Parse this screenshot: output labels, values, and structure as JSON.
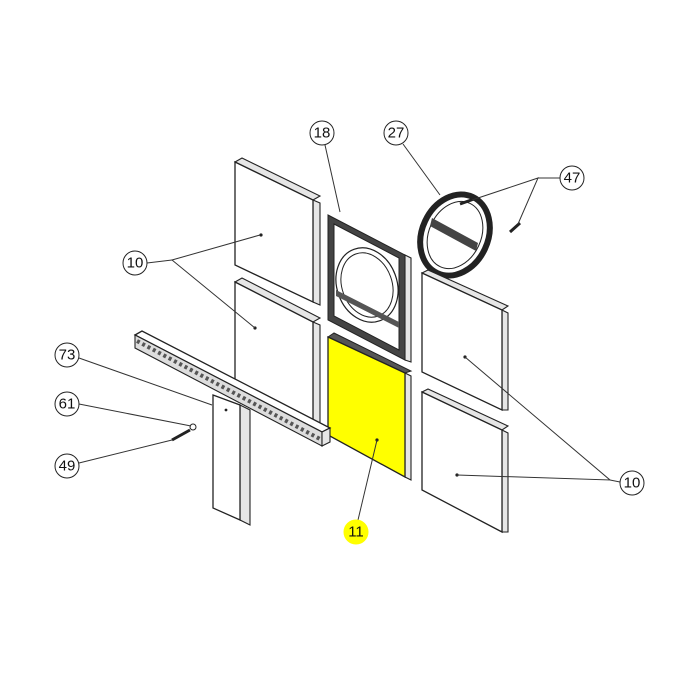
{
  "diagram": {
    "callouts": [
      {
        "id": "c18",
        "label": "18",
        "highlight": false
      },
      {
        "id": "c27",
        "label": "27",
        "highlight": false
      },
      {
        "id": "c47",
        "label": "47",
        "highlight": false
      },
      {
        "id": "c10a",
        "label": "10",
        "highlight": false
      },
      {
        "id": "c73",
        "label": "73",
        "highlight": false
      },
      {
        "id": "c61",
        "label": "61",
        "highlight": false
      },
      {
        "id": "c49",
        "label": "49",
        "highlight": false
      },
      {
        "id": "c11",
        "label": "11",
        "highlight": true
      },
      {
        "id": "c10b",
        "label": "10",
        "highlight": false
      }
    ],
    "colors": {
      "highlight": "#ffff00",
      "line": "#222222"
    }
  }
}
